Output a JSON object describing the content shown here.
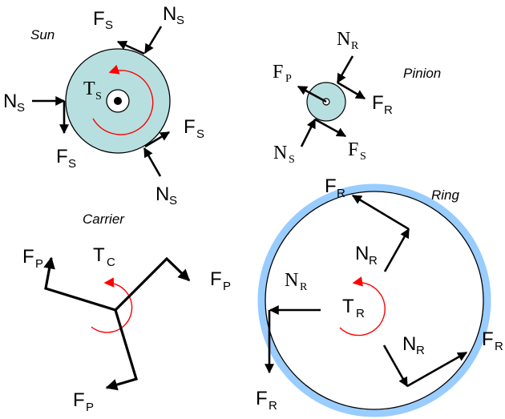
{
  "diagram": {
    "colors": {
      "gear_fill": "#b8dfe0",
      "ring_band": "#99ccff",
      "torque": "#ff0000",
      "force": "#000000"
    },
    "sun": {
      "title": "Sun",
      "torque": {
        "main": "T",
        "sub": "S"
      },
      "forces": [
        {
          "main": "F",
          "sub": "S"
        },
        {
          "main": "N",
          "sub": "S"
        },
        {
          "main": "N",
          "sub": "S"
        },
        {
          "main": "F",
          "sub": "S"
        },
        {
          "main": "F",
          "sub": "S"
        },
        {
          "main": "N",
          "sub": "S"
        }
      ]
    },
    "pinion": {
      "title": "Pinion",
      "forces": [
        {
          "main": "N",
          "sub": "R"
        },
        {
          "main": "F",
          "sub": "P"
        },
        {
          "main": "F",
          "sub": "R"
        },
        {
          "main": "N",
          "sub": "S"
        },
        {
          "main": "F",
          "sub": "S"
        }
      ]
    },
    "carrier": {
      "title": "Carrier",
      "torque": {
        "main": "T",
        "sub": "C"
      },
      "forces": [
        {
          "main": "F",
          "sub": "P"
        },
        {
          "main": "F",
          "sub": "P"
        },
        {
          "main": "F",
          "sub": "P"
        }
      ]
    },
    "ring": {
      "title": "Ring",
      "torque": {
        "main": "T",
        "sub": "R"
      },
      "forces": [
        {
          "main": "F",
          "sub": "R"
        },
        {
          "main": "N",
          "sub": "R"
        },
        {
          "main": "N",
          "sub": "R"
        },
        {
          "main": "N",
          "sub": "R"
        },
        {
          "main": "F",
          "sub": "R"
        },
        {
          "main": "F",
          "sub": "R"
        }
      ]
    }
  }
}
